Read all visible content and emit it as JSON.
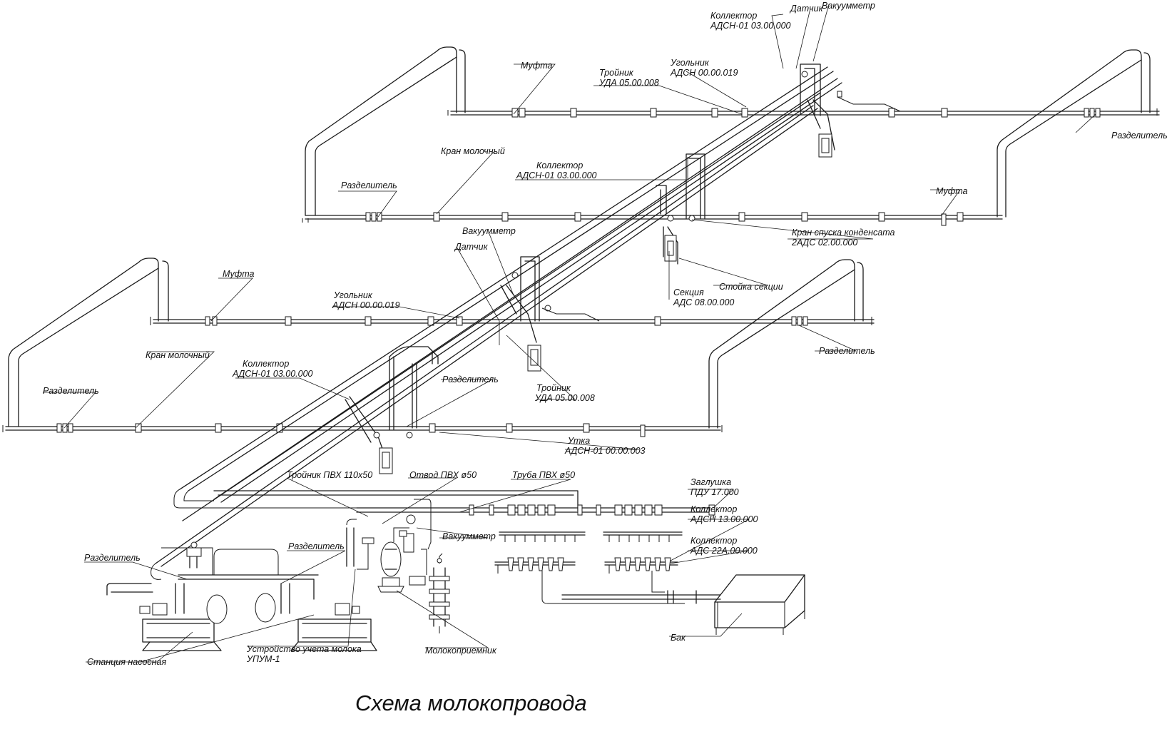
{
  "title": "Схема молокопровода",
  "colors": {
    "line": "#1a1a1a",
    "background": "#ffffff"
  },
  "labels": {
    "upper_collector": "Коллектор",
    "upper_collector_code": "АДСН-01 03.00.000",
    "upper_sensor": "Датчик",
    "upper_vacuum": "Вакуумметр",
    "upper_coupling": "Муфта",
    "upper_tee": "Тройник",
    "upper_tee_code": "УДА 05.00.008",
    "upper_elbow": "Угольник",
    "upper_elbow_code": "АДСН 00.00.019",
    "upper_splitter_right": "Разделитель",
    "upper_milk_valve": "Кран молочный",
    "upper_mid_collector": "Коллектор",
    "upper_mid_collector_code": "АДСН-01 03.00.000",
    "upper_splitter_left": "Разделитель",
    "upper_coupling_right": "Муфта",
    "condensate_valve": "Кран спуска конденсата",
    "condensate_valve_code": "2АДС 02.00.000",
    "section": "Секция",
    "section_code": "АДС 08.00.000",
    "section_rack": "Стойка секции",
    "lower_vacuum": "Вакуумметр",
    "lower_sensor": "Датчик",
    "lower_coupling": "Муфта",
    "lower_elbow": "Угольник",
    "lower_elbow_code": "АДСН 00.00.019",
    "lower_splitter_right": "Разделитель",
    "lower_milk_valve": "Кран молочный",
    "lower_collector": "Коллектор",
    "lower_collector_code": "АДСН-01 03.00.000",
    "lower_splitter_mid": "Разделитель",
    "lower_tee": "Тройник",
    "lower_tee_code": "УДА 05.00.008",
    "lower_splitter_left": "Разделитель",
    "duck": "Утка",
    "duck_code": "АДСН-01 00.00.003",
    "pvc_tee": "Тройник ПВХ 110х50",
    "pvc_bend": "Отвод ПВХ ø50",
    "pvc_pipe": "Труба ПВХ ø50",
    "plug": "Заглушка",
    "plug_code": "ПДУ 17.000",
    "collector_adsn": "Коллектор",
    "collector_adsn_code": "АДСН 13.00.000",
    "collector_ads": "Коллектор",
    "collector_ads_code": "АДС 22А.00.000",
    "station_splitter_left": "Разделитель",
    "station_splitter_right": "Разделитель",
    "station_vacuum": "Вакуумметр",
    "pump_station": "Станция насосная",
    "milk_meter": "Устройство учета молока",
    "milk_meter_code": "УПУМ-1",
    "milk_receiver": "Молокоприемник",
    "tank": "Бак"
  }
}
